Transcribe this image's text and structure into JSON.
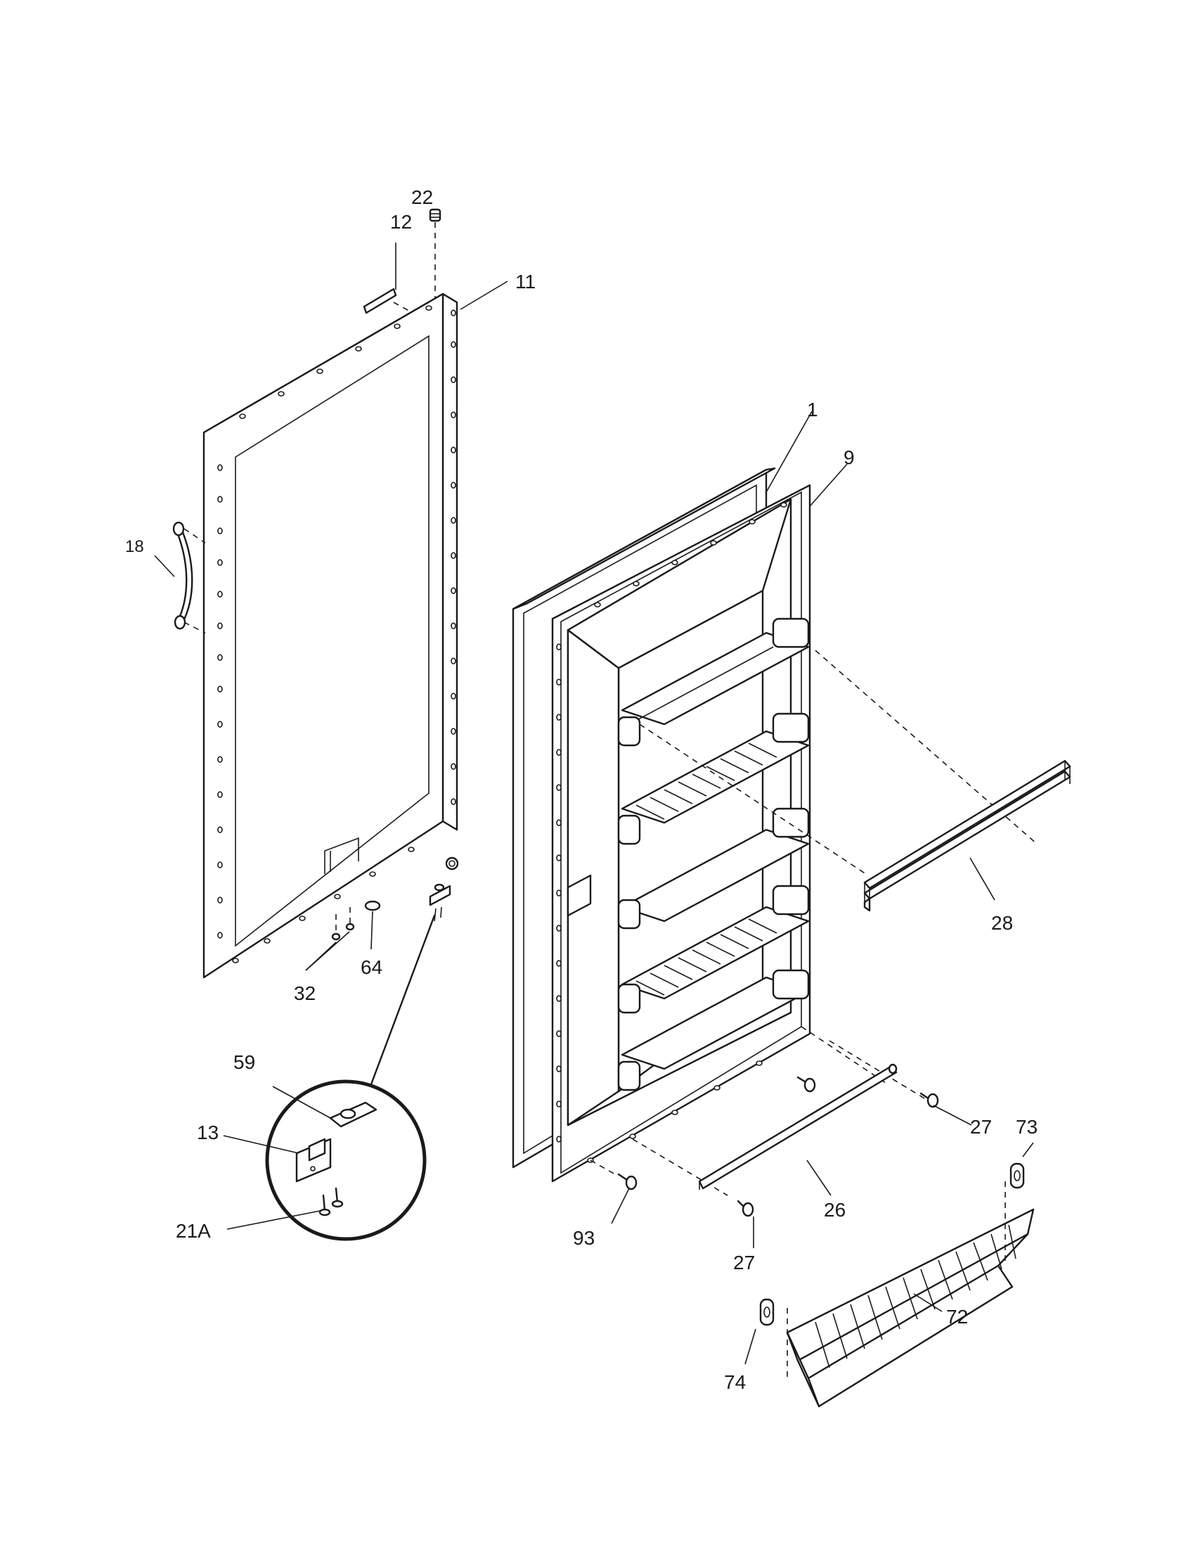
{
  "callouts": [
    {
      "id": "c22",
      "text": "22"
    },
    {
      "id": "c12",
      "text": "12"
    },
    {
      "id": "c11",
      "text": "11"
    },
    {
      "id": "c18",
      "text": "18"
    },
    {
      "id": "c1",
      "text": "1"
    },
    {
      "id": "c9",
      "text": "9"
    },
    {
      "id": "c28",
      "text": "28"
    },
    {
      "id": "c32",
      "text": "32"
    },
    {
      "id": "c64",
      "text": "64"
    },
    {
      "id": "c59",
      "text": "59"
    },
    {
      "id": "c13",
      "text": "13"
    },
    {
      "id": "c21A",
      "text": "21A"
    },
    {
      "id": "c27a",
      "text": "27"
    },
    {
      "id": "c27b",
      "text": "27"
    },
    {
      "id": "c26",
      "text": "26"
    },
    {
      "id": "c73",
      "text": "73"
    },
    {
      "id": "c93",
      "text": "93"
    },
    {
      "id": "c72",
      "text": "72"
    },
    {
      "id": "c74",
      "text": "74"
    }
  ]
}
